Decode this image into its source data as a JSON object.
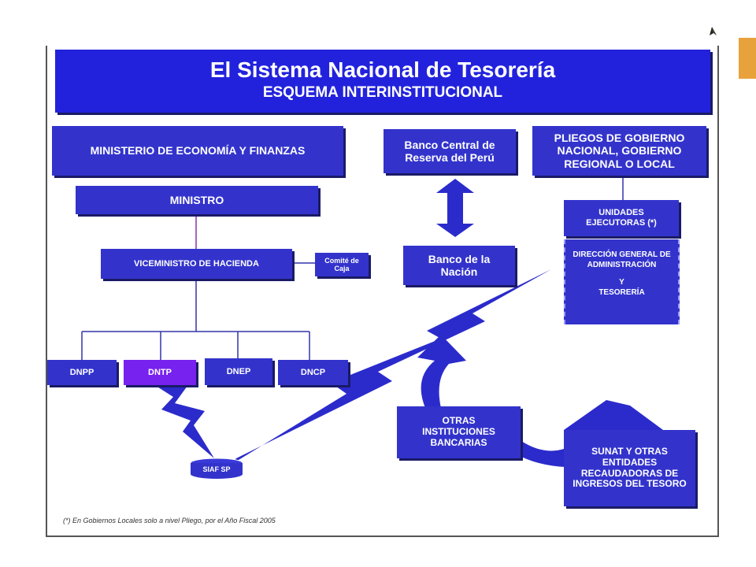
{
  "title": "El Sistema Nacional de Tesorería",
  "subtitle": "ESQUEMA INTERINSTITUCIONAL",
  "boxes": {
    "mef": "MINISTERIO DE ECONOMÍA Y FINANZAS",
    "ministro": "MINISTRO",
    "viceministro": "VICEMINISTRO DE HACIENDA",
    "comite": "Comité de Caja",
    "dnpp": "DNPP",
    "dntp": "DNTP",
    "dnep": "DNEP",
    "dncp": "DNCP",
    "siaf": "SIAF SP",
    "bcr": "Banco Central de Reserva del Perú",
    "bn": "Banco de la Nación",
    "pliegos": "PLIEGOS DE GOBIERNO NACIONAL, GOBIERNO REGIONAL O LOCAL",
    "unidades": "UNIDADES EJECUTORAS (*)",
    "direccion_1": "DIRECCIÓN GENERAL DE ADMINISTRACIÓN",
    "direccion_2": "Y",
    "direccion_3": "TESORERÍA",
    "otras": "OTRAS INSTITUCIONES BANCARIAS",
    "sunat": "SUNAT Y OTRAS ENTIDADES RECAUDADORAS DE INGRESOS DEL TESORO"
  },
  "footnote": "(*) En Gobiernos Locales solo a nivel Pliego, por el Año Fiscal 2005",
  "colors": {
    "box": "#3333cc",
    "banner": "#2222dd",
    "dntp_highlight": "#7722ee",
    "accent": "#e8a23c"
  }
}
